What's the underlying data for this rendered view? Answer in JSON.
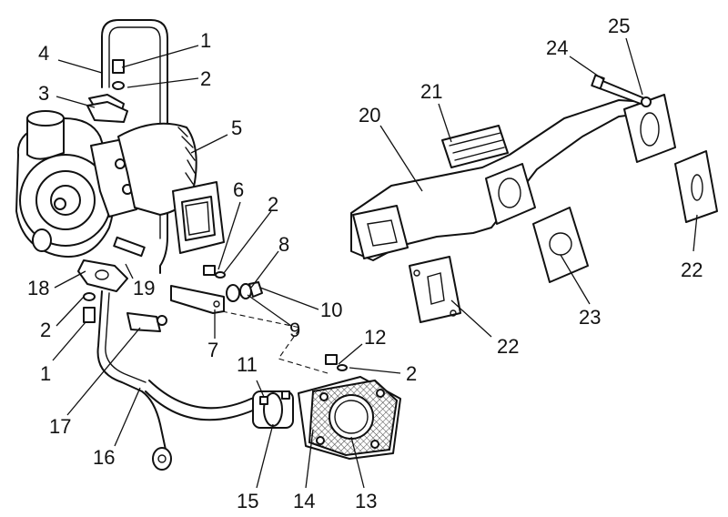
{
  "callouts": [
    {
      "id": "c1a",
      "text": "1"
    },
    {
      "id": "c2a",
      "text": "2"
    },
    {
      "id": "c3",
      "text": "3"
    },
    {
      "id": "c4",
      "text": "4"
    },
    {
      "id": "c5",
      "text": "5"
    },
    {
      "id": "c6",
      "text": "6"
    },
    {
      "id": "c2b",
      "text": "2"
    },
    {
      "id": "c8",
      "text": "8"
    },
    {
      "id": "c10",
      "text": "10"
    },
    {
      "id": "c9",
      "text": "9"
    },
    {
      "id": "c7",
      "text": "7"
    },
    {
      "id": "c18",
      "text": "18"
    },
    {
      "id": "c19",
      "text": "19"
    },
    {
      "id": "c2c",
      "text": "2"
    },
    {
      "id": "c1b",
      "text": "1"
    },
    {
      "id": "c17",
      "text": "17"
    },
    {
      "id": "c16",
      "text": "16"
    },
    {
      "id": "c11",
      "text": "11"
    },
    {
      "id": "c12",
      "text": "12"
    },
    {
      "id": "c2d",
      "text": "2"
    },
    {
      "id": "c15",
      "text": "15"
    },
    {
      "id": "c14",
      "text": "14"
    },
    {
      "id": "c13",
      "text": "13"
    },
    {
      "id": "c20",
      "text": "20"
    },
    {
      "id": "c21",
      "text": "21"
    },
    {
      "id": "c24",
      "text": "24"
    },
    {
      "id": "c25",
      "text": "25"
    },
    {
      "id": "c22a",
      "text": "22"
    },
    {
      "id": "c22b",
      "text": "22"
    },
    {
      "id": "c23",
      "text": "23"
    }
  ]
}
